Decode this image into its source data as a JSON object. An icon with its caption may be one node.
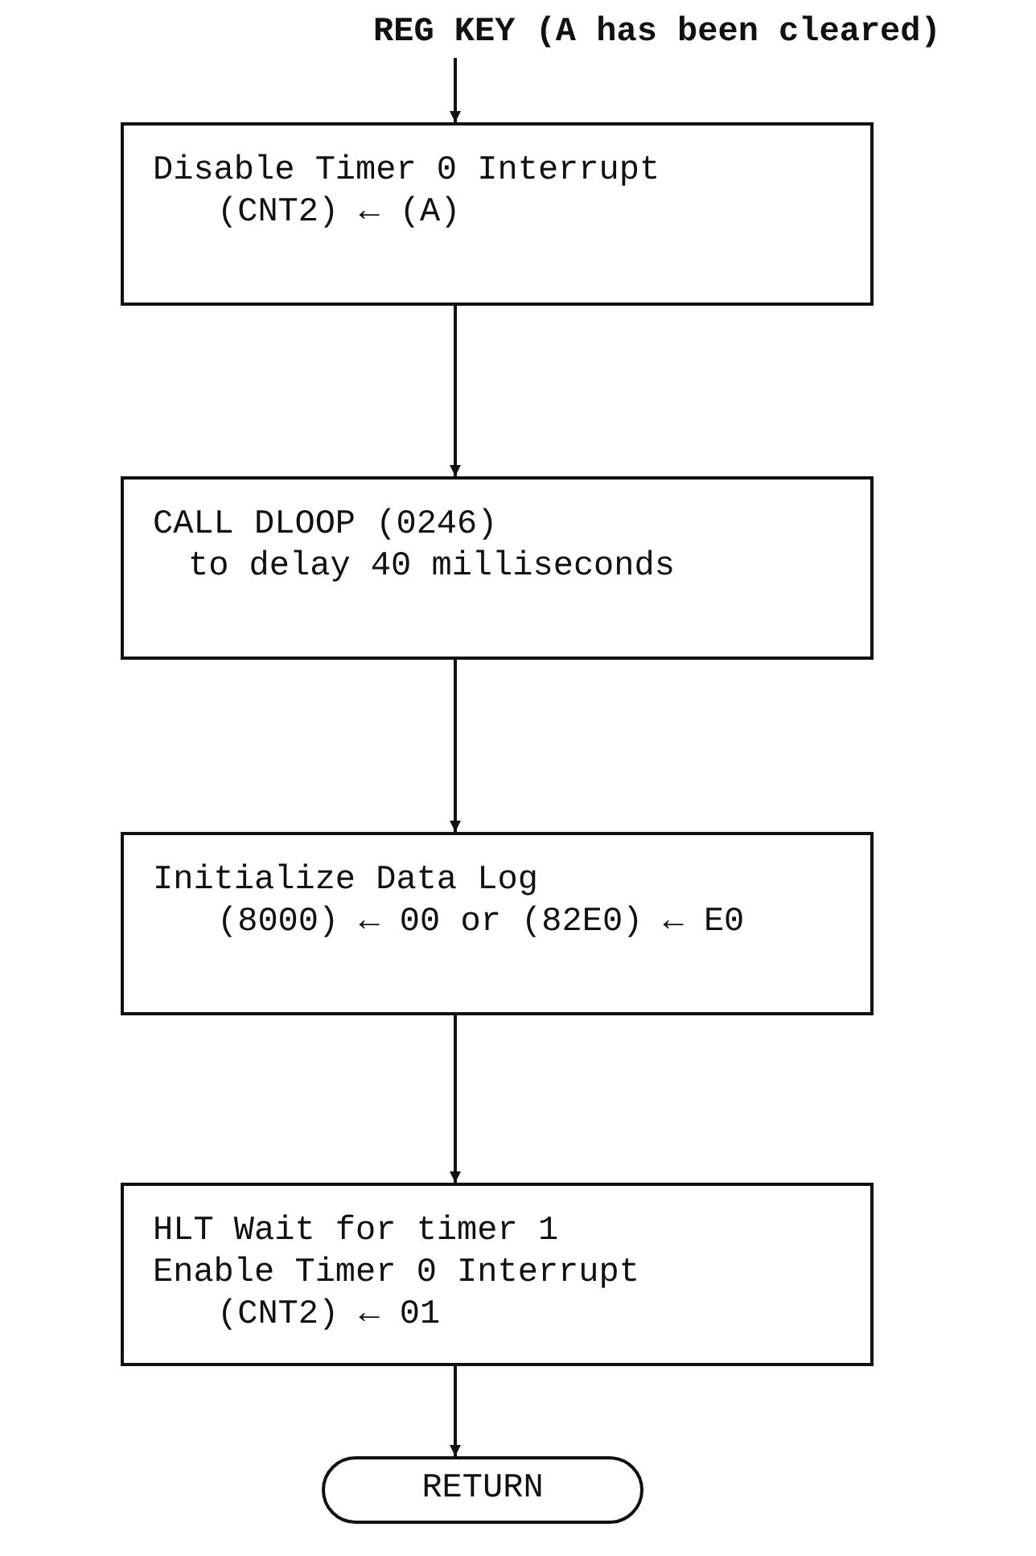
{
  "diagram": {
    "nodes": [
      {
        "text": [
          "REG KEY (A has been cleared)"
        ]
      },
      {
        "text": [
          "Disable Timer 0 Interrupt",
          "(CNT2) ← (A)"
        ]
      },
      {
        "text": [
          "CALL DLOOP (0246)",
          "to delay 40 milliseconds"
        ]
      },
      {
        "text": [
          "Initialize Data Log",
          "(8000) ← 00 or (82E0) ← E0"
        ]
      },
      {
        "text": [
          "HLT Wait for timer 1",
          "Enable Timer 0 Interrupt",
          "(CNT2) ← 01"
        ]
      },
      {
        "text": [
          "RETURN"
        ]
      }
    ],
    "edges": [
      {
        "from": 0,
        "to": 1,
        "arrow": "to"
      },
      {
        "from": 1,
        "to": 2,
        "arrow": "to"
      },
      {
        "from": 2,
        "to": 3,
        "arrow": "to"
      },
      {
        "from": 3,
        "to": 4,
        "arrow": "to"
      },
      {
        "from": 4,
        "to": 5,
        "arrow": "to"
      }
    ]
  }
}
